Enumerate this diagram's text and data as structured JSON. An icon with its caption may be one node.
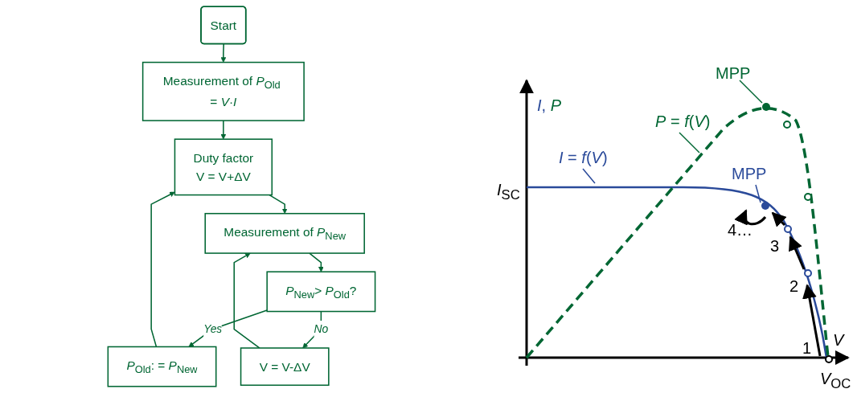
{
  "diagram": {
    "nodes": [
      {
        "text": [
          "Start"
        ]
      },
      {
        "text": [
          "Measurement of *P*$_{Old}$ = *V*·*I*"
        ]
      },
      {
        "text": [
          "*P*$_{Old}$: = *P*$_{New}$"
        ]
      },
      {
        "text": [
          "Duty factor",
          "V = V+ΔV"
        ]
      },
      {
        "text": [
          "Measurement of *P*$_{New}$"
        ]
      },
      {
        "text": [
          "V = V-ΔV"
        ]
      },
      {
        "text": [
          "*P*$_{New}$> *P*$_{Old}$?"
        ]
      }
    ],
    "edges": [
      {
        "from": 0,
        "to": 1,
        "arrow": "to"
      },
      {
        "from": 1,
        "to": 3,
        "arrow": "to"
      },
      {
        "from": 2,
        "to": 3,
        "arrow": "to"
      },
      {
        "from": 3,
        "to": 4,
        "arrow": "to"
      },
      {
        "from": 5,
        "to": 4,
        "arrow": "to"
      },
      {
        "from": 4,
        "to": 6,
        "arrow": "to"
      },
      {
        "from": 6,
        "to": 2,
        "arrow": "to",
        "label": "Yes"
      },
      {
        "from": 6,
        "to": 5,
        "arrow": "to",
        "label": "No"
      }
    ],
    "labels": [
      "MPP",
      "*I*, *P*",
      "*P* = *f*(*V*)",
      "*I* = *f*(*V*)",
      "*I*$_{SC}$",
      "MPP",
      "4…",
      "3",
      "2",
      "1",
      "*V*",
      "*V*$_{OC}$"
    ]
  }
}
